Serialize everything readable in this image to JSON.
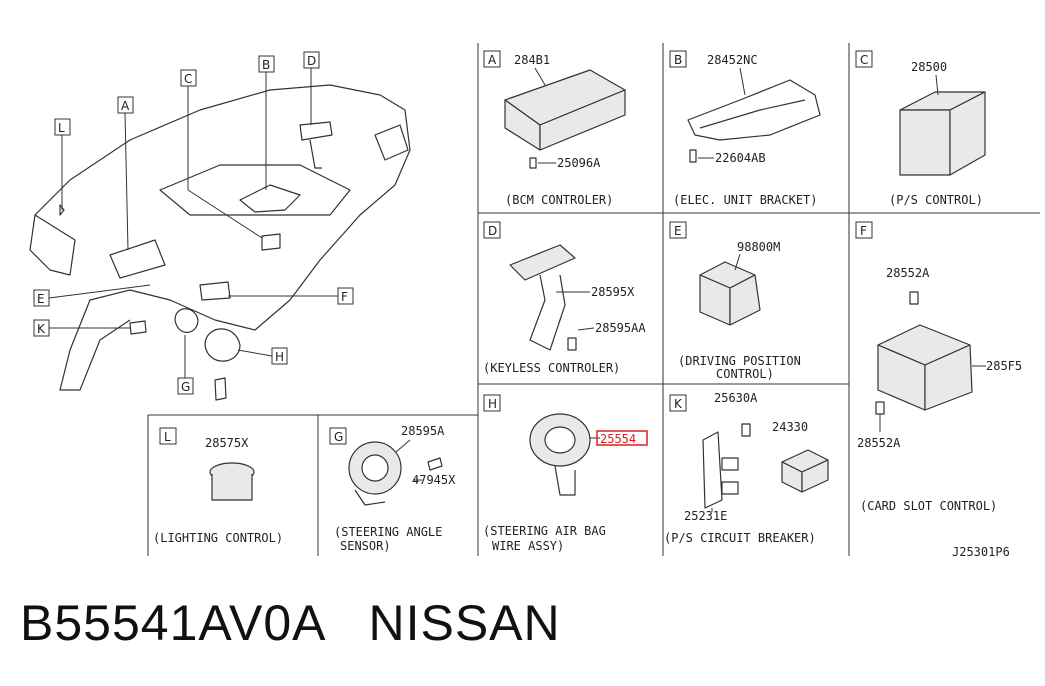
{
  "overview": {
    "keys": [
      "L",
      "A",
      "C",
      "B",
      "D",
      "E",
      "F",
      "K",
      "G",
      "H"
    ]
  },
  "panels": [
    {
      "key": "A",
      "parts": [
        "284B1",
        "25096A"
      ],
      "caption": [
        "(BCM CONTROLER)"
      ]
    },
    {
      "key": "B",
      "parts": [
        "28452NC",
        "22604AB"
      ],
      "caption": [
        "(ELEC. UNIT BRACKET)"
      ]
    },
    {
      "key": "C",
      "parts": [
        "28500"
      ],
      "caption": [
        "(P/S CONTROL)"
      ]
    },
    {
      "key": "D",
      "parts": [
        "28595X",
        "28595AA"
      ],
      "caption": [
        "(KEYLESS CONTROLER)"
      ]
    },
    {
      "key": "E",
      "parts": [
        "98800M"
      ],
      "caption": [
        "(DRIVING POSITION",
        "CONTROL)"
      ]
    },
    {
      "key": "F",
      "parts": [
        "28552A",
        "285F5",
        "28552A"
      ],
      "caption": [
        "(CARD SLOT CONTROL)"
      ]
    },
    {
      "key": "L",
      "parts": [
        "28575X"
      ],
      "caption": [
        "(LIGHTING CONTROL)"
      ]
    },
    {
      "key": "G",
      "parts": [
        "28595A",
        "47945X"
      ],
      "caption": [
        "(STEERING ANGLE",
        "SENSOR)"
      ]
    },
    {
      "key": "H",
      "parts": [
        "25554"
      ],
      "caption": [
        "(STEERING AIR BAG",
        "WIRE ASSY)"
      ]
    },
    {
      "key": "K",
      "parts": [
        "25630A",
        "24330",
        "25231E"
      ],
      "caption": [
        "(P/S CIRCUIT BREAKER)"
      ]
    }
  ],
  "diagram_code": "J25301P6",
  "footer": {
    "part_number": "B55541AV0A",
    "brand": "NISSAN"
  },
  "colors": {
    "highlight": "#e02020",
    "ink": "#333333"
  }
}
